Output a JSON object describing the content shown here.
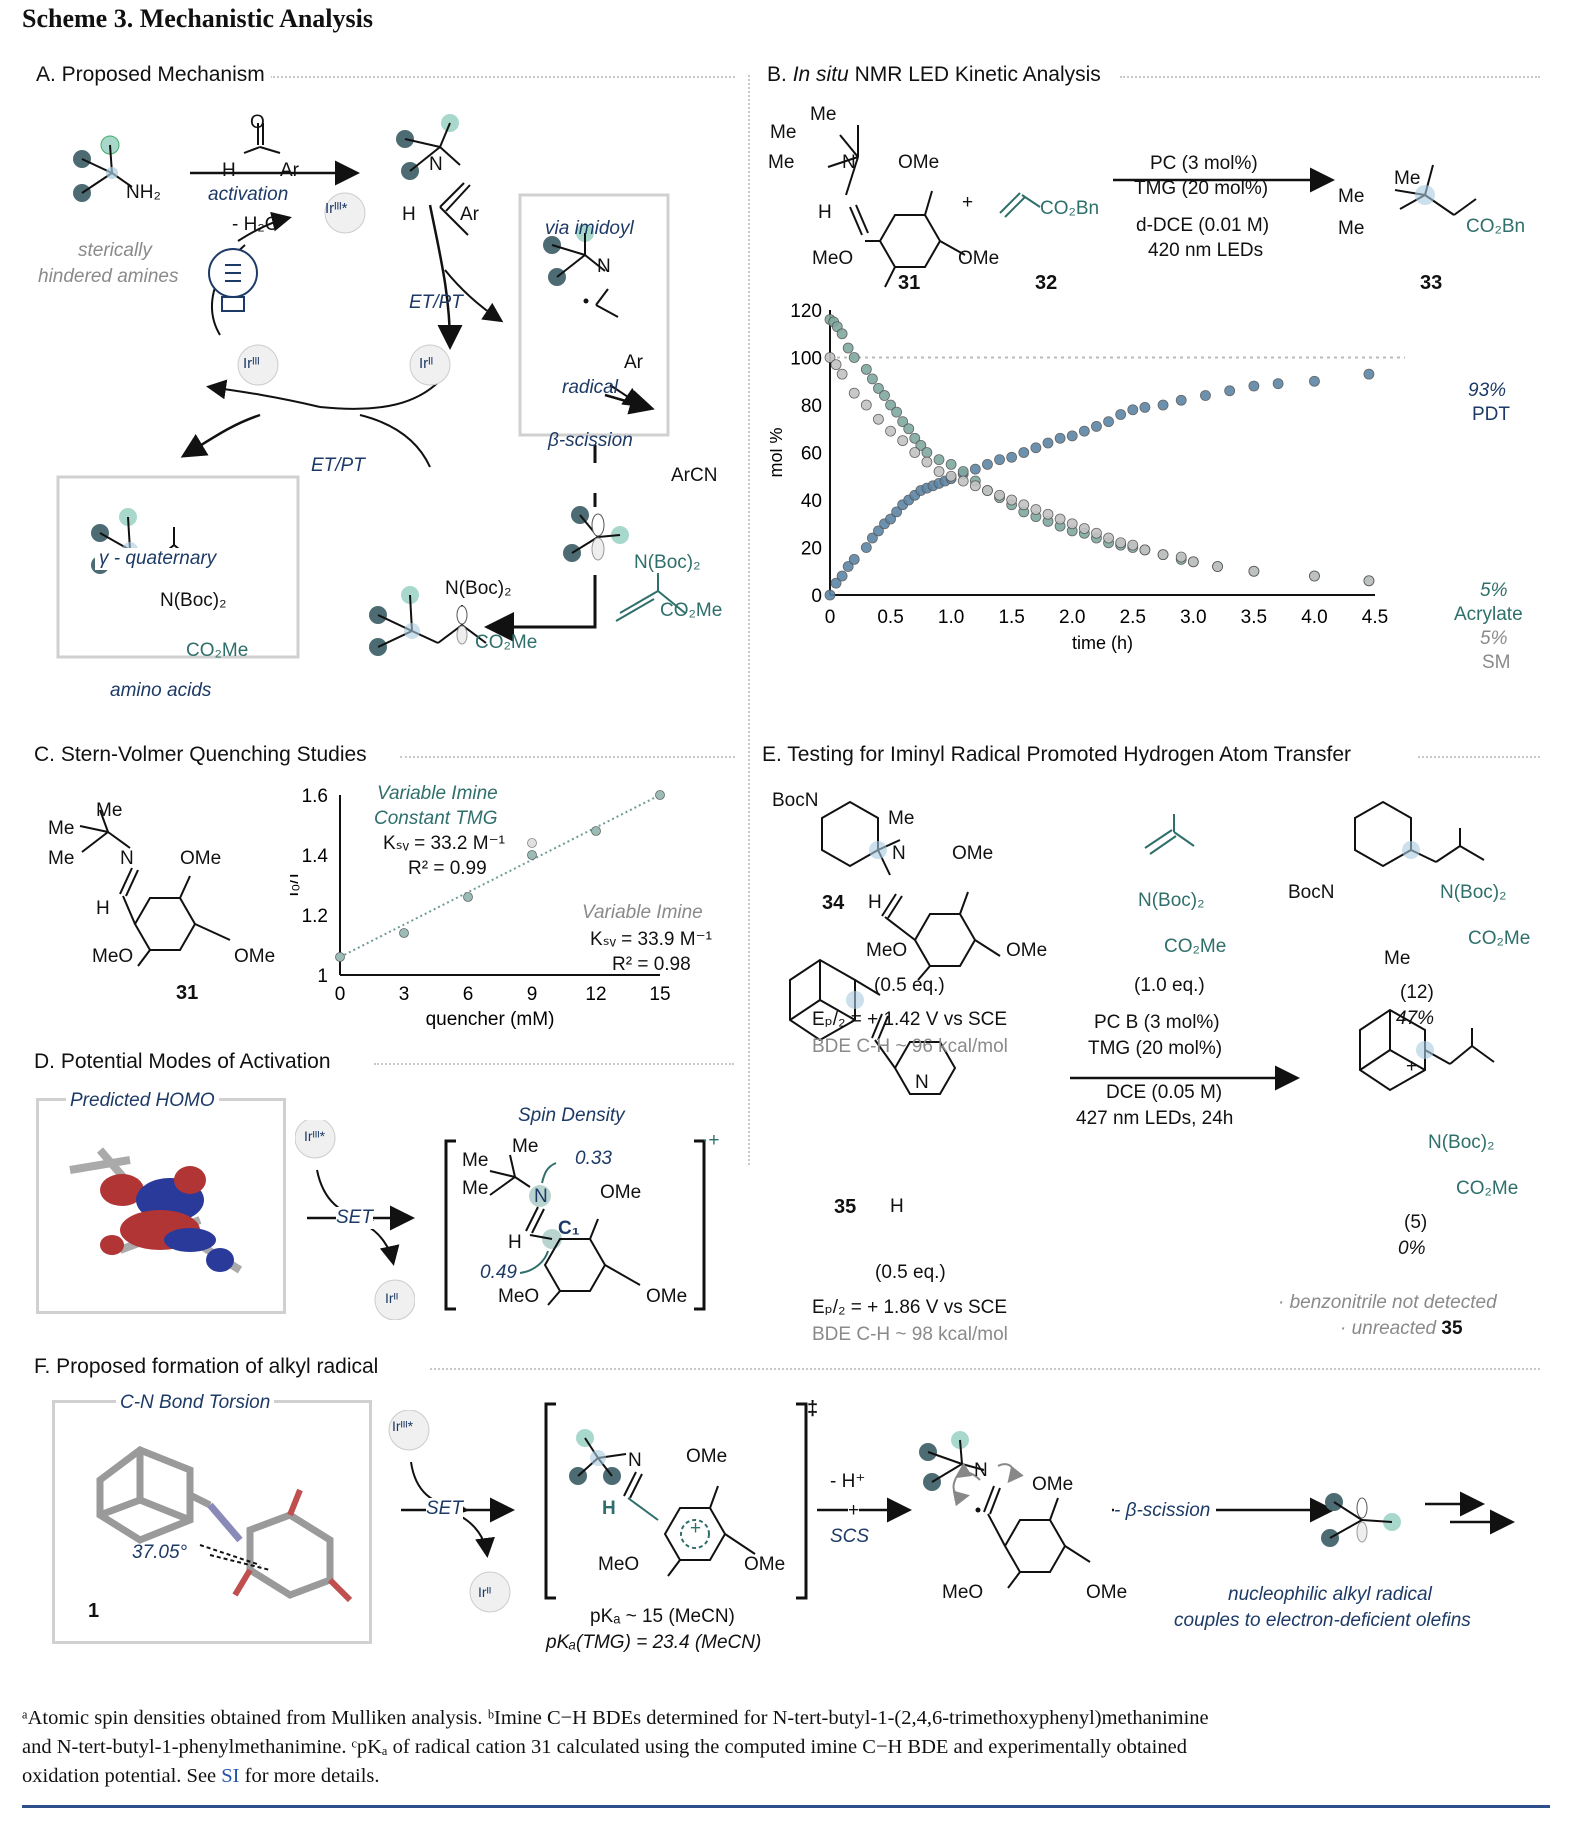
{
  "scheme_title": "Scheme 3. Mechanistic Analysis",
  "panels": {
    "a": {
      "title": "A. Proposed Mechanism",
      "sterically": "sterically",
      "hindered": "hindered amines",
      "activation": "activation",
      "minus_h2o": "- H₂O",
      "et_pt": "ET/PT",
      "via_imidoyl": "via imidoyl",
      "radical": "radical",
      "beta_scission": "β-scission",
      "arcn": "ArCN",
      "gamma_quaternary": "γ - quaternary",
      "amino_acids": "amino acids",
      "nboc2": "N(Boc)₂",
      "co2me": "CO₂Me",
      "ir3star": "Irᴵᴵᴵ*",
      "ir3": "Irᴵᴵᴵ",
      "ir2": "Irᴵᴵ",
      "nh2": "NH₂",
      "ar": "Ar",
      "h": "H",
      "o": "O",
      "n": "N"
    },
    "b": {
      "title_pre": "B.",
      "title_ital": "In situ",
      "title_post": "NMR LED Kinetic Analysis",
      "pc": "PC (3 mol%)",
      "tmg": "TMG (20 mol%)",
      "solvent": "d-DCE (0.01 M)",
      "leds": "420 nm LEDs",
      "c31": "31",
      "c32": "32",
      "c33": "33",
      "plus": "+",
      "me": "Me",
      "ome": "OMe",
      "meo": "MeO",
      "co2bn": "CO₂Bn",
      "pdt_pct": "93%",
      "pdt": "PDT",
      "acr_pct": "5%",
      "acr": "Acrylate",
      "sm_pct": "5%",
      "sm": "SM"
    },
    "c": {
      "title": "C. Stern-Volmer Quenching Studies",
      "c31": "31",
      "series1_line1": "Variable Imine",
      "series1_line2": "Constant TMG",
      "ksv1": "Kₛᵥ = 33.2 M⁻¹",
      "r2_1": "R² = 0.99",
      "series2": "Variable Imine",
      "ksv2": "Kₛᵥ = 33.9 M⁻¹",
      "r2_2": "R² = 0.98"
    },
    "d": {
      "title": "D. Potential Modes of Activation",
      "homo": "Predicted HOMO",
      "spin": "Spin Density",
      "set": "SET",
      "v033": "0.33",
      "v049": "0.49",
      "c1": "C₁",
      "charge": "·+"
    },
    "e": {
      "title": "E. Testing for Iminyl Radical Promoted Hydrogen Atom Transfer",
      "c34": "34",
      "c35": "35",
      "eq05a": "(0.5 eq.)",
      "ep1": "Eₚ/₂ = + 1.42 V vs SCE",
      "bde1": "BDE C-H ~ 96 kcal/mol",
      "eq05b": "(0.5 eq.)",
      "ep2": "Eₚ/₂ = + 1.86 V vs SCE",
      "bde2": "BDE C-H ~ 98 kcal/mol",
      "eq10": "(1.0 eq.)",
      "pc": "PC B (3 mol%)",
      "tmg": "TMG (20 mol%)",
      "dce": "DCE (0.05 M)",
      "leds": "427 nm LEDs, 24h",
      "p12": "(12)",
      "y12": "47%",
      "plus": "+",
      "p5": "(5)",
      "y5": "0%",
      "note1": "· benzonitrile not detected",
      "note2_pre": "· unreacted",
      "note2_bold": "35",
      "bocn": "BocN"
    },
    "f": {
      "title": "F.  Proposed formation of alkyl radical",
      "torsion": "C-N Bond Torsion",
      "angle": "37.05°",
      "c1": "1",
      "set": "SET",
      "dagger": "‡",
      "minus_h": "- H⁺",
      "plus": "+",
      "scs": "SCS",
      "beta": "- β-scission",
      "pka1": "pKₐ ~ 15 (MeCN)",
      "pka2": "pKₐ(TMG) = 23.4 (MeCN)",
      "nuc1": "nucleophilic alkyl radical",
      "nuc2": "couples to electron-deficient olefins"
    }
  },
  "footnote": {
    "line1": "ᵃAtomic spin densities obtained from Mulliken analysis. ᵇImine C−H BDEs determined for N-tert-butyl-1-(2,4,6-trimethoxyphenyl)methanimine",
    "line2": "and N-tert-butyl-1-phenylmethanimine. ᶜpKₐ of radical cation 31 calculated using the computed imine C−H BDE and experimentally obtained",
    "line3_pre": "oxidation potential. See",
    "line3_link": "SI",
    "line3_post": "for more details."
  },
  "colors": {
    "navy": "#1d3a66",
    "teal": "#2f6f6b",
    "pdt": "#5d86a6",
    "sm": "#c3c3c3",
    "acr": "#7fa9a0"
  },
  "chart_data": [
    {
      "type": "scatter",
      "xlabel": "time (h)",
      "ylabel": "mol %",
      "xlim": [
        0,
        4.5
      ],
      "ylim": [
        0,
        120
      ],
      "xticks": [
        "0",
        "0.5",
        "1.0",
        "1.5",
        "2.0",
        "2.5",
        "3.0",
        "3.5",
        "4.0",
        "4.5"
      ],
      "yticks": [
        "0",
        "20",
        "40",
        "60",
        "80",
        "100",
        "120"
      ],
      "series": [
        {
          "name": "PDT",
          "values": [
            [
              0,
              0
            ],
            [
              0.05,
              5
            ],
            [
              0.1,
              8
            ],
            [
              0.15,
              12
            ],
            [
              0.2,
              15
            ],
            [
              0.3,
              20
            ],
            [
              0.35,
              24
            ],
            [
              0.4,
              27
            ],
            [
              0.45,
              30
            ],
            [
              0.5,
              32
            ],
            [
              0.55,
              35
            ],
            [
              0.6,
              38
            ],
            [
              0.65,
              40
            ],
            [
              0.7,
              42
            ],
            [
              0.75,
              44
            ],
            [
              0.8,
              45
            ],
            [
              0.85,
              46
            ],
            [
              0.9,
              47
            ],
            [
              0.95,
              48
            ],
            [
              1.0,
              49
            ],
            [
              1.1,
              51
            ],
            [
              1.2,
              53
            ],
            [
              1.3,
              55
            ],
            [
              1.4,
              57
            ],
            [
              1.5,
              58
            ],
            [
              1.6,
              60
            ],
            [
              1.7,
              62
            ],
            [
              1.8,
              64
            ],
            [
              1.9,
              66
            ],
            [
              2.0,
              67
            ],
            [
              2.1,
              69
            ],
            [
              2.2,
              71
            ],
            [
              2.3,
              73
            ],
            [
              2.4,
              76
            ],
            [
              2.5,
              78
            ],
            [
              2.6,
              79
            ],
            [
              2.75,
              80
            ],
            [
              2.9,
              82
            ],
            [
              3.1,
              84
            ],
            [
              3.3,
              86
            ],
            [
              3.5,
              88
            ],
            [
              3.7,
              89
            ],
            [
              4.0,
              90
            ],
            [
              4.45,
              93
            ]
          ]
        },
        {
          "name": "Acrylate",
          "values": [
            [
              0.0,
              116
            ],
            [
              0.03,
              115
            ],
            [
              0.06,
              113
            ],
            [
              0.1,
              110
            ],
            [
              0.15,
              104
            ],
            [
              0.2,
              100
            ],
            [
              0.3,
              95
            ],
            [
              0.35,
              91
            ],
            [
              0.4,
              87
            ],
            [
              0.45,
              84
            ],
            [
              0.5,
              80
            ],
            [
              0.55,
              77
            ],
            [
              0.6,
              73
            ],
            [
              0.65,
              70
            ],
            [
              0.7,
              66
            ],
            [
              0.75,
              63
            ],
            [
              0.8,
              60
            ],
            [
              0.9,
              57
            ],
            [
              1.0,
              55
            ],
            [
              1.1,
              52
            ],
            [
              1.2,
              48
            ],
            [
              1.3,
              44
            ],
            [
              1.4,
              41
            ],
            [
              1.5,
              38
            ],
            [
              1.6,
              35
            ],
            [
              1.7,
              33
            ],
            [
              1.8,
              31
            ],
            [
              1.9,
              29
            ],
            [
              2.0,
              27
            ],
            [
              2.1,
              26
            ],
            [
              2.2,
              24
            ],
            [
              2.3,
              22
            ],
            [
              2.4,
              21
            ],
            [
              2.5,
              20
            ],
            [
              2.6,
              19
            ],
            [
              2.75,
              17
            ],
            [
              2.9,
              15
            ],
            [
              3.0,
              14
            ],
            [
              3.2,
              12
            ],
            [
              3.5,
              10
            ],
            [
              4.0,
              8
            ],
            [
              4.45,
              6
            ]
          ]
        },
        {
          "name": "SM",
          "values": [
            [
              0.0,
              100
            ],
            [
              0.05,
              97
            ],
            [
              0.1,
              93
            ],
            [
              0.2,
              85
            ],
            [
              0.3,
              80
            ],
            [
              0.4,
              74
            ],
            [
              0.5,
              69
            ],
            [
              0.6,
              65
            ],
            [
              0.7,
              60
            ],
            [
              0.8,
              56
            ],
            [
              0.9,
              52
            ],
            [
              1.0,
              50
            ],
            [
              1.1,
              48
            ],
            [
              1.2,
              46
            ],
            [
              1.3,
              44
            ],
            [
              1.4,
              42
            ],
            [
              1.5,
              40
            ],
            [
              1.6,
              38
            ],
            [
              1.7,
              36
            ],
            [
              1.8,
              34
            ],
            [
              1.9,
              32
            ],
            [
              2.0,
              30
            ],
            [
              2.1,
              28
            ],
            [
              2.2,
              26
            ],
            [
              2.3,
              24
            ],
            [
              2.4,
              22
            ],
            [
              2.5,
              21
            ],
            [
              2.6,
              19
            ],
            [
              2.75,
              17
            ],
            [
              2.9,
              16
            ],
            [
              3.0,
              14
            ],
            [
              3.2,
              12
            ],
            [
              3.5,
              10
            ],
            [
              4.0,
              8
            ],
            [
              4.45,
              6
            ]
          ]
        }
      ]
    },
    {
      "type": "scatter",
      "xlabel": "quencher (mM)",
      "ylabel": "I₀/I",
      "xlim": [
        0,
        15
      ],
      "ylim": [
        1,
        1.6
      ],
      "xticks": [
        "0",
        "3",
        "6",
        "9",
        "12",
        "15"
      ],
      "yticks": [
        "1",
        "1.2",
        "1.4",
        "1.6"
      ],
      "series": [
        {
          "name": "Variable Imine Constant TMG",
          "values": [
            [
              0,
              1.06
            ],
            [
              3,
              1.14
            ],
            [
              6,
              1.26
            ],
            [
              9,
              1.4
            ],
            [
              12,
              1.48
            ],
            [
              15,
              1.6
            ]
          ]
        },
        {
          "name": "Variable Imine",
          "values": [
            [
              9,
              1.44
            ]
          ]
        }
      ]
    }
  ]
}
